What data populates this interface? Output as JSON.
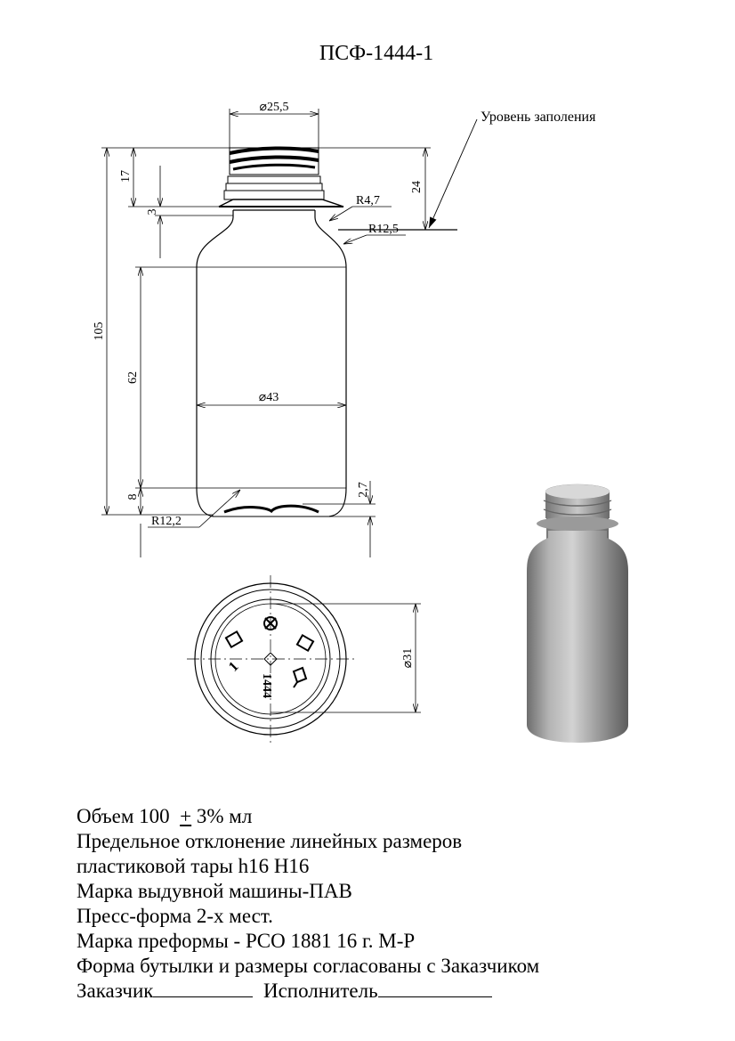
{
  "title": "ПСФ-1444-1",
  "fill_level_label": "Уровень заполения",
  "dimensions": {
    "neck_diameter": "⌀25,5",
    "body_diameter": "⌀43",
    "base_diameter": "⌀31",
    "height_total": "105",
    "height_finish": "17",
    "height_collar": "3",
    "height_fill": "24",
    "height_body": "62",
    "height_base": "8",
    "base_push_up": "2,7",
    "radius_collar": "R4,7",
    "radius_shoulder": "R12,5",
    "radius_base": "R12,2"
  },
  "base_marks": {
    "mold_number": "1444",
    "cavity": "1"
  },
  "notes": {
    "volume_prefix": "Объем 100",
    "volume_pm": "+",
    "volume_suffix": "3% мл",
    "tolerance_line1": "Предельное отклонение линейных размеров",
    "tolerance_line2": "пластиковой тары h16 H16",
    "machine": "Марка выдувной машины-ПАВ",
    "mold": "Пресс-форма 2-х мест.",
    "preform": "Марка преформы - PCO 1881 16 г. М-Р",
    "agreement": "Форма бутылки и размеры согласованы с Заказчиком",
    "customer_label": "Заказчик",
    "contractor_label": "Исполнитель"
  }
}
